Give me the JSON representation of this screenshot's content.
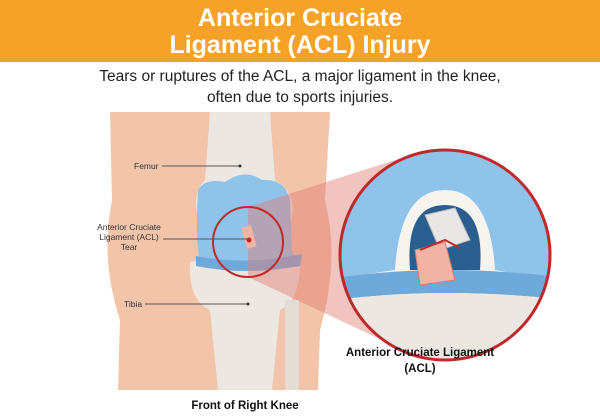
{
  "title": {
    "line1": "Anterior Cruciate",
    "line2": "Ligament (ACL) Injury"
  },
  "subtitle": {
    "line1": "Tears or ruptures of the ACL, a major ligament in the knee,",
    "line2": "often due to sports injuries."
  },
  "labels": {
    "femur": "Femur",
    "acl_tear_line1": "Anterior Cruciate",
    "acl_tear_line2": "Ligament (ACL)",
    "acl_tear_line3": "Tear",
    "tibia": "Tibia"
  },
  "captions": {
    "detail_line1": "Anterior Cruciate Ligament",
    "detail_line2": "(ACL)",
    "view": "Front of Right Knee"
  },
  "colors": {
    "banner": "#F5A227",
    "cartilage": "#8FC3EA",
    "skin": "#F2C4AA",
    "bone": "#ECE7E1",
    "highlight": "#C0292B"
  }
}
